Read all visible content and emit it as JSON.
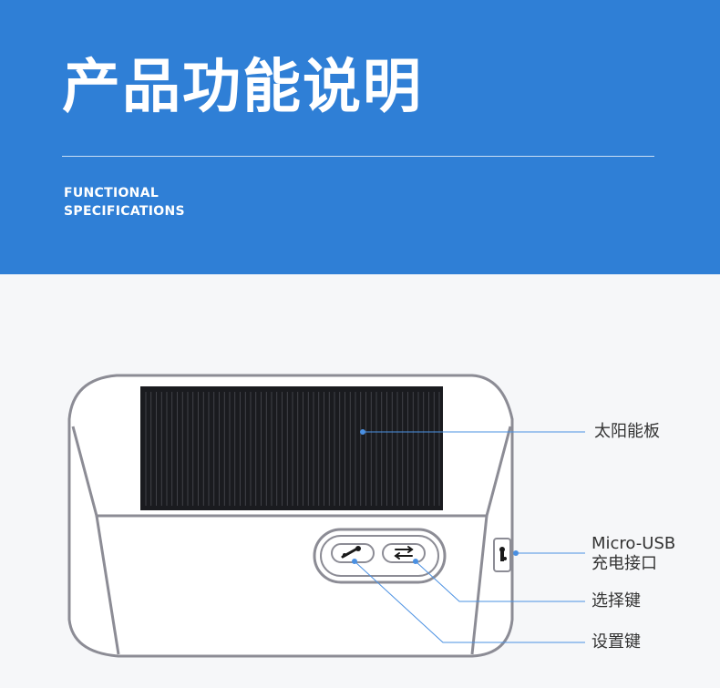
{
  "header": {
    "title": "产品功能说明",
    "subtitle_line1": "FUNCTIONAL",
    "subtitle_line2": "SPECIFICATIONS"
  },
  "callouts": {
    "solar_panel": "太阳能板",
    "micro_usb_line1": "Micro-USB",
    "micro_usb_line2": "充电接口",
    "select_key": "选择键",
    "settings_key": "设置键"
  },
  "colors": {
    "header_blue": "#2f7fd6",
    "callout_line": "#4a90e2",
    "device_outline": "#8c8c95",
    "solar_panel": "#1a1b1f"
  }
}
